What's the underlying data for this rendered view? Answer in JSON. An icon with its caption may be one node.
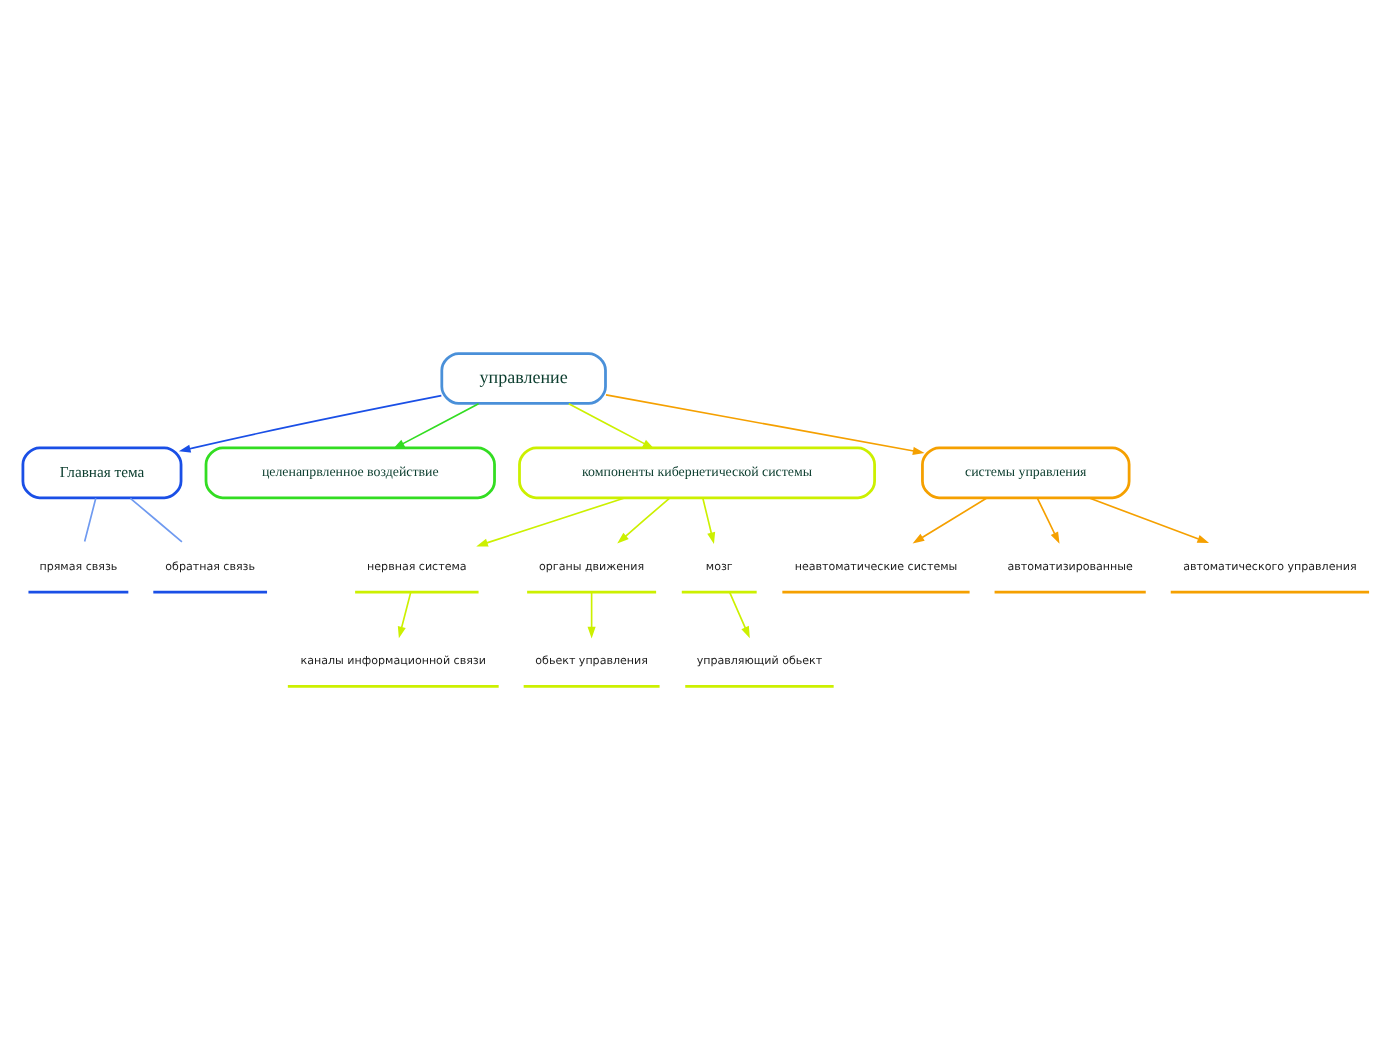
{
  "diagram": {
    "nodes": [
      {
        "text": [
          "Главная тема"
        ]
      },
      {
        "text": [
          "прямая связь"
        ]
      },
      {
        "text": [
          "обратная связь"
        ]
      },
      {
        "text": [
          "управление"
        ]
      },
      {
        "text": [
          "целенапрвленное воздействие"
        ]
      },
      {
        "text": [
          "компоненты кибернетической системы"
        ]
      },
      {
        "text": [
          "нервная система"
        ]
      },
      {
        "text": [
          "органы движения"
        ]
      },
      {
        "text": [
          "мозг"
        ]
      },
      {
        "text": [
          "каналы информационной связи"
        ]
      },
      {
        "text": [
          "обьект управления"
        ]
      },
      {
        "text": [
          "управляющий обьект"
        ]
      },
      {
        "text": [
          "системы управления"
        ]
      },
      {
        "text": [
          "неавтоматические системы"
        ]
      },
      {
        "text": [
          "автоматизированные"
        ]
      },
      {
        "text": [
          "автоматического управления"
        ]
      }
    ],
    "edges": [
      {
        "from": 3,
        "to": 0,
        "arrow": "to",
        "color": "#1a4fe6"
      },
      {
        "from": 0,
        "to": 1,
        "arrow": "none",
        "color": "#6f9af0"
      },
      {
        "from": 0,
        "to": 2,
        "arrow": "none",
        "color": "#6f9af0"
      },
      {
        "from": 3,
        "to": 4,
        "arrow": "to",
        "color": "#33dd22"
      },
      {
        "from": 3,
        "to": 5,
        "arrow": "to",
        "color": "#ccf000"
      },
      {
        "from": 5,
        "to": 6,
        "arrow": "to",
        "color": "#ccf000"
      },
      {
        "from": 5,
        "to": 7,
        "arrow": "to",
        "color": "#ccf000"
      },
      {
        "from": 5,
        "to": 8,
        "arrow": "to",
        "color": "#ccf000"
      },
      {
        "from": 6,
        "to": 9,
        "arrow": "to",
        "color": "#ccf000"
      },
      {
        "from": 7,
        "to": 10,
        "arrow": "to",
        "color": "#ccf000"
      },
      {
        "from": 8,
        "to": 11,
        "arrow": "to",
        "color": "#ccf000"
      },
      {
        "from": 3,
        "to": 12,
        "arrow": "to",
        "color": "#f5a000"
      },
      {
        "from": 12,
        "to": 13,
        "arrow": "to",
        "color": "#f5a000"
      },
      {
        "from": 12,
        "to": 14,
        "arrow": "to",
        "color": "#f5a000"
      },
      {
        "from": 12,
        "to": 15,
        "arrow": "to",
        "color": "#f5a000"
      }
    ]
  }
}
